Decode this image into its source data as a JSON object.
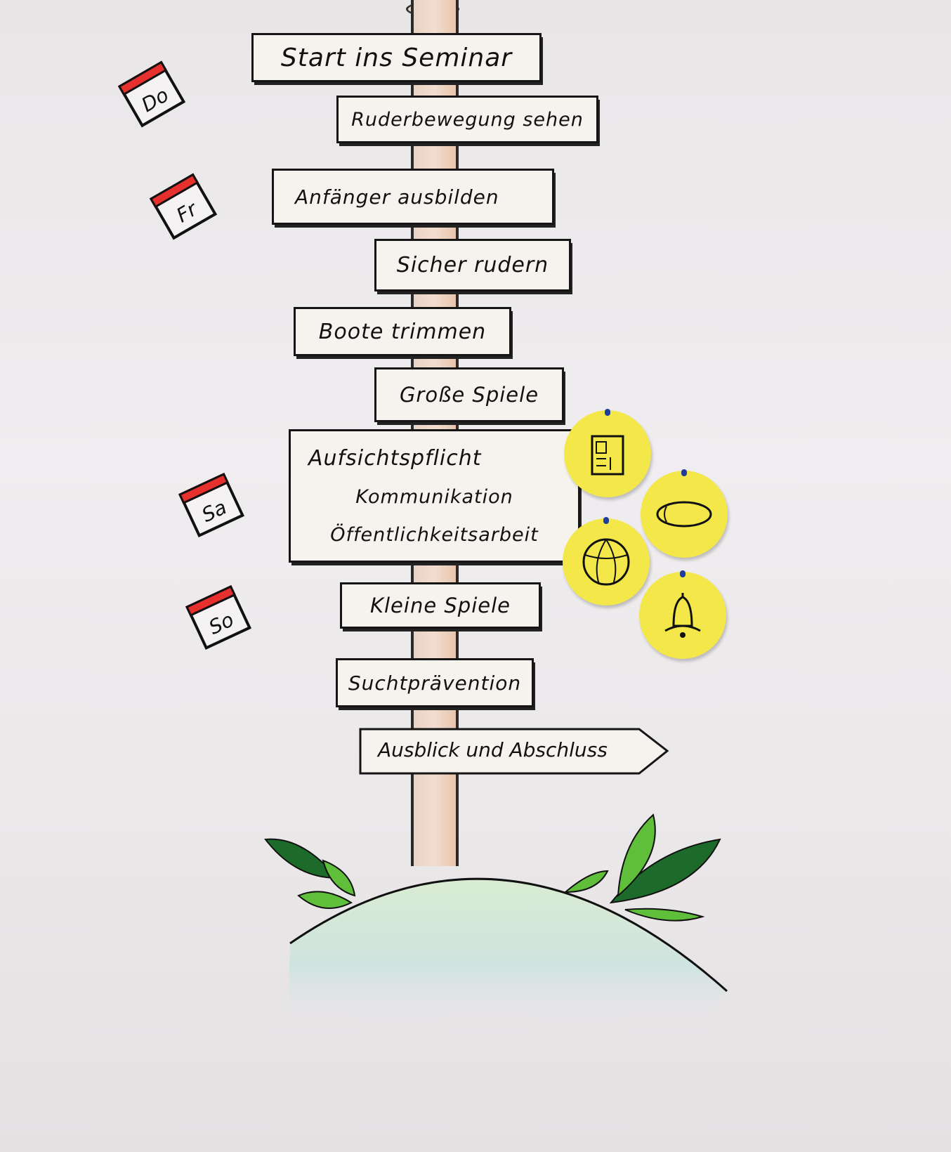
{
  "signs": [
    {
      "label": "Start ins Seminar"
    },
    {
      "label": "Ruderbewegung sehen"
    },
    {
      "label": "Anfänger ausbilden"
    },
    {
      "label": "Sicher rudern"
    },
    {
      "label": "Boote trimmen"
    },
    {
      "label": "Große Spiele"
    },
    {
      "lines": [
        "Aufsichtspflicht",
        "Kommunikation",
        "Öffentlichkeitsarbeit"
      ]
    },
    {
      "label": "Kleine Spiele"
    },
    {
      "label": "Suchtprävention"
    },
    {
      "label": "Ausblick und Abschluss"
    }
  ],
  "calendars": [
    {
      "day": "Do"
    },
    {
      "day": "Fr"
    },
    {
      "day": "Sa"
    },
    {
      "day": "So"
    }
  ],
  "stickers": [
    {
      "icon": "newspaper-icon"
    },
    {
      "icon": "rugby-ball-icon"
    },
    {
      "icon": "beach-ball-icon"
    },
    {
      "icon": "bell-icon"
    }
  ],
  "colors": {
    "sticker": "#f3e74a",
    "calendar_red": "#e5302e",
    "leaf_dark": "#1d6b2a",
    "leaf_light": "#5fbf3a"
  }
}
